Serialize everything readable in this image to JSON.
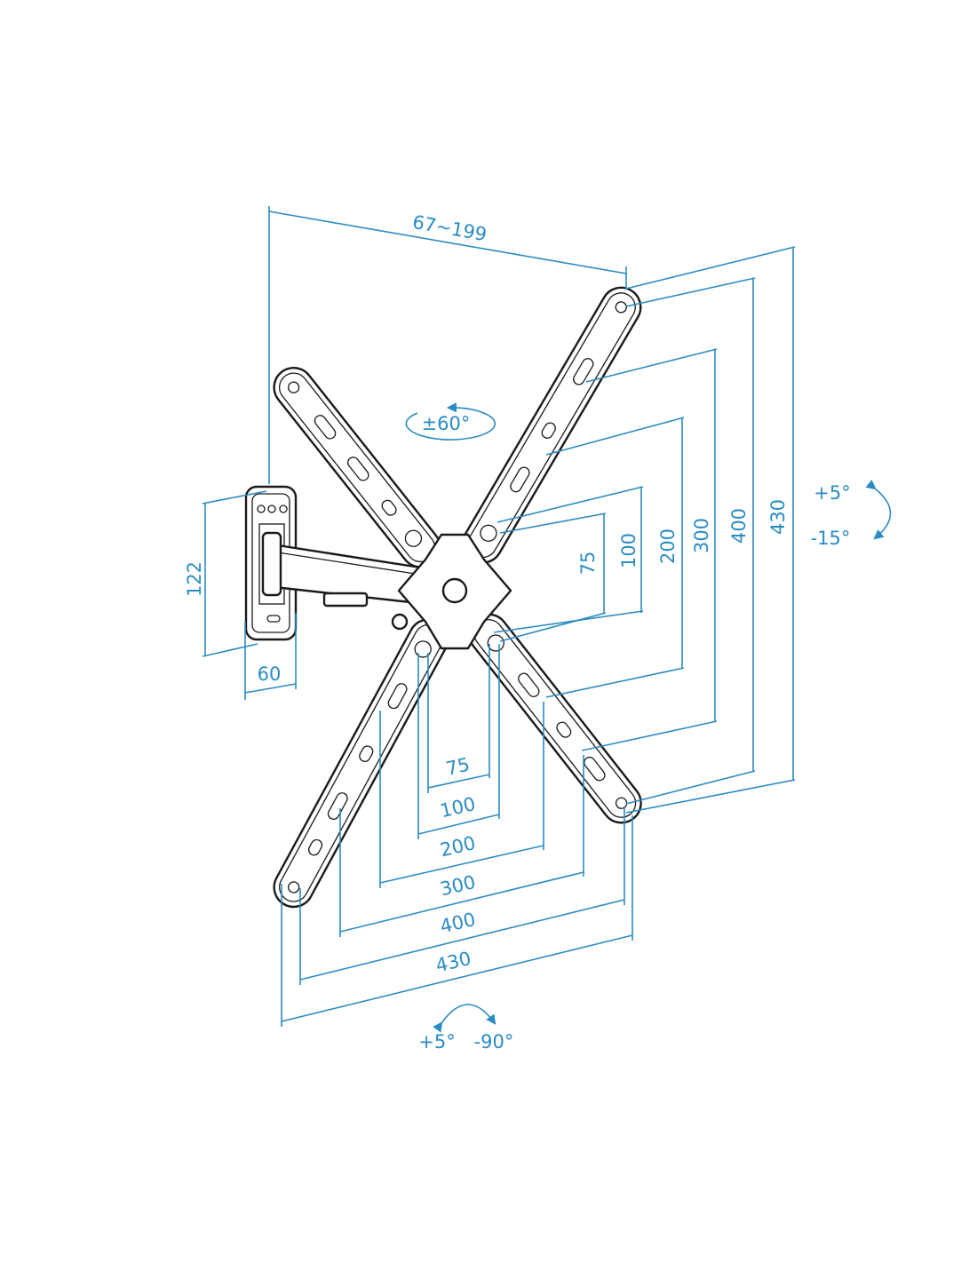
{
  "title": "TV wall mount dimension drawing",
  "colors": {
    "dimension": "#2a8cc2",
    "line": "#1a1a1a"
  },
  "dimensions": {
    "arm_extension": "67~199",
    "tilt_rotation": "±60°",
    "wall_plate_height": "122",
    "wall_plate_width": "60",
    "vesa_vertical": [
      "75",
      "100",
      "200",
      "300",
      "400",
      "430"
    ],
    "vesa_horizontal": [
      "75",
      "100",
      "200",
      "300",
      "400",
      "430"
    ],
    "tilt_up": "+5°",
    "tilt_down": "-15°",
    "swivel_left": "+5°",
    "swivel_right": "-90°"
  }
}
